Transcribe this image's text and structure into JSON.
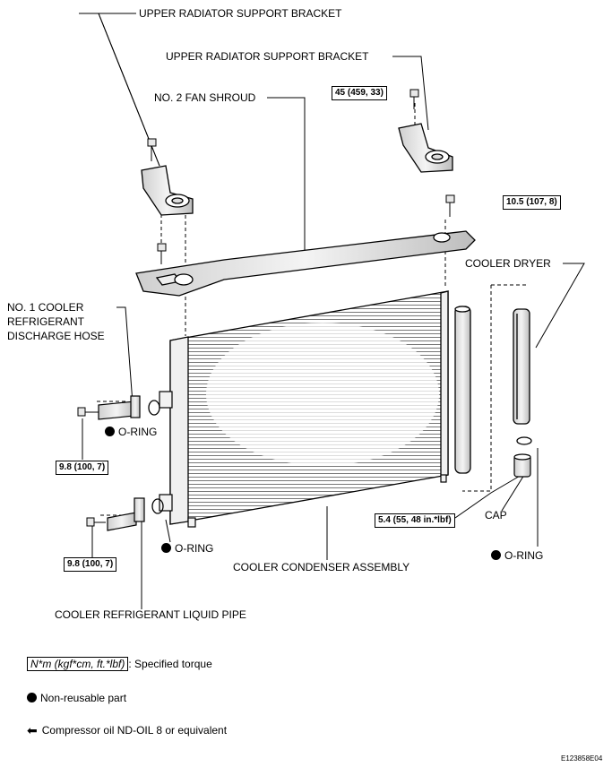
{
  "labels": {
    "upper_bracket_left": "UPPER RADIATOR SUPPORT BRACKET",
    "upper_bracket_right": "UPPER RADIATOR SUPPORT BRACKET",
    "fan_shroud": "NO. 2 FAN SHROUD",
    "cooler_dryer": "COOLER DRYER",
    "discharge_hose": [
      "NO. 1 COOLER",
      "REFRIGERANT",
      "DISCHARGE HOSE"
    ],
    "oring_1": "O-RING",
    "oring_2": "O-RING",
    "oring_3": "O-RING",
    "cap": "CAP",
    "condenser": "COOLER CONDENSER ASSEMBLY",
    "liquid_pipe": "COOLER REFRIGERANT LIQUID PIPE"
  },
  "torques": {
    "t1": "45 (459, 33)",
    "t2": "10.5 (107, 8)",
    "t3": "9.8 (100, 7)",
    "t4": "9.8 (100, 7)",
    "t5": "5.4 (55, 48 in.*lbf)"
  },
  "legend": {
    "torque_box": "N*m (kgf*cm, ft.*lbf)",
    "torque_text": ": Specified torque",
    "nonreusable": "Non-reusable part",
    "compressor_oil": "Compressor oil ND-OIL 8 or equivalent"
  },
  "figure_code": "E123858E04"
}
